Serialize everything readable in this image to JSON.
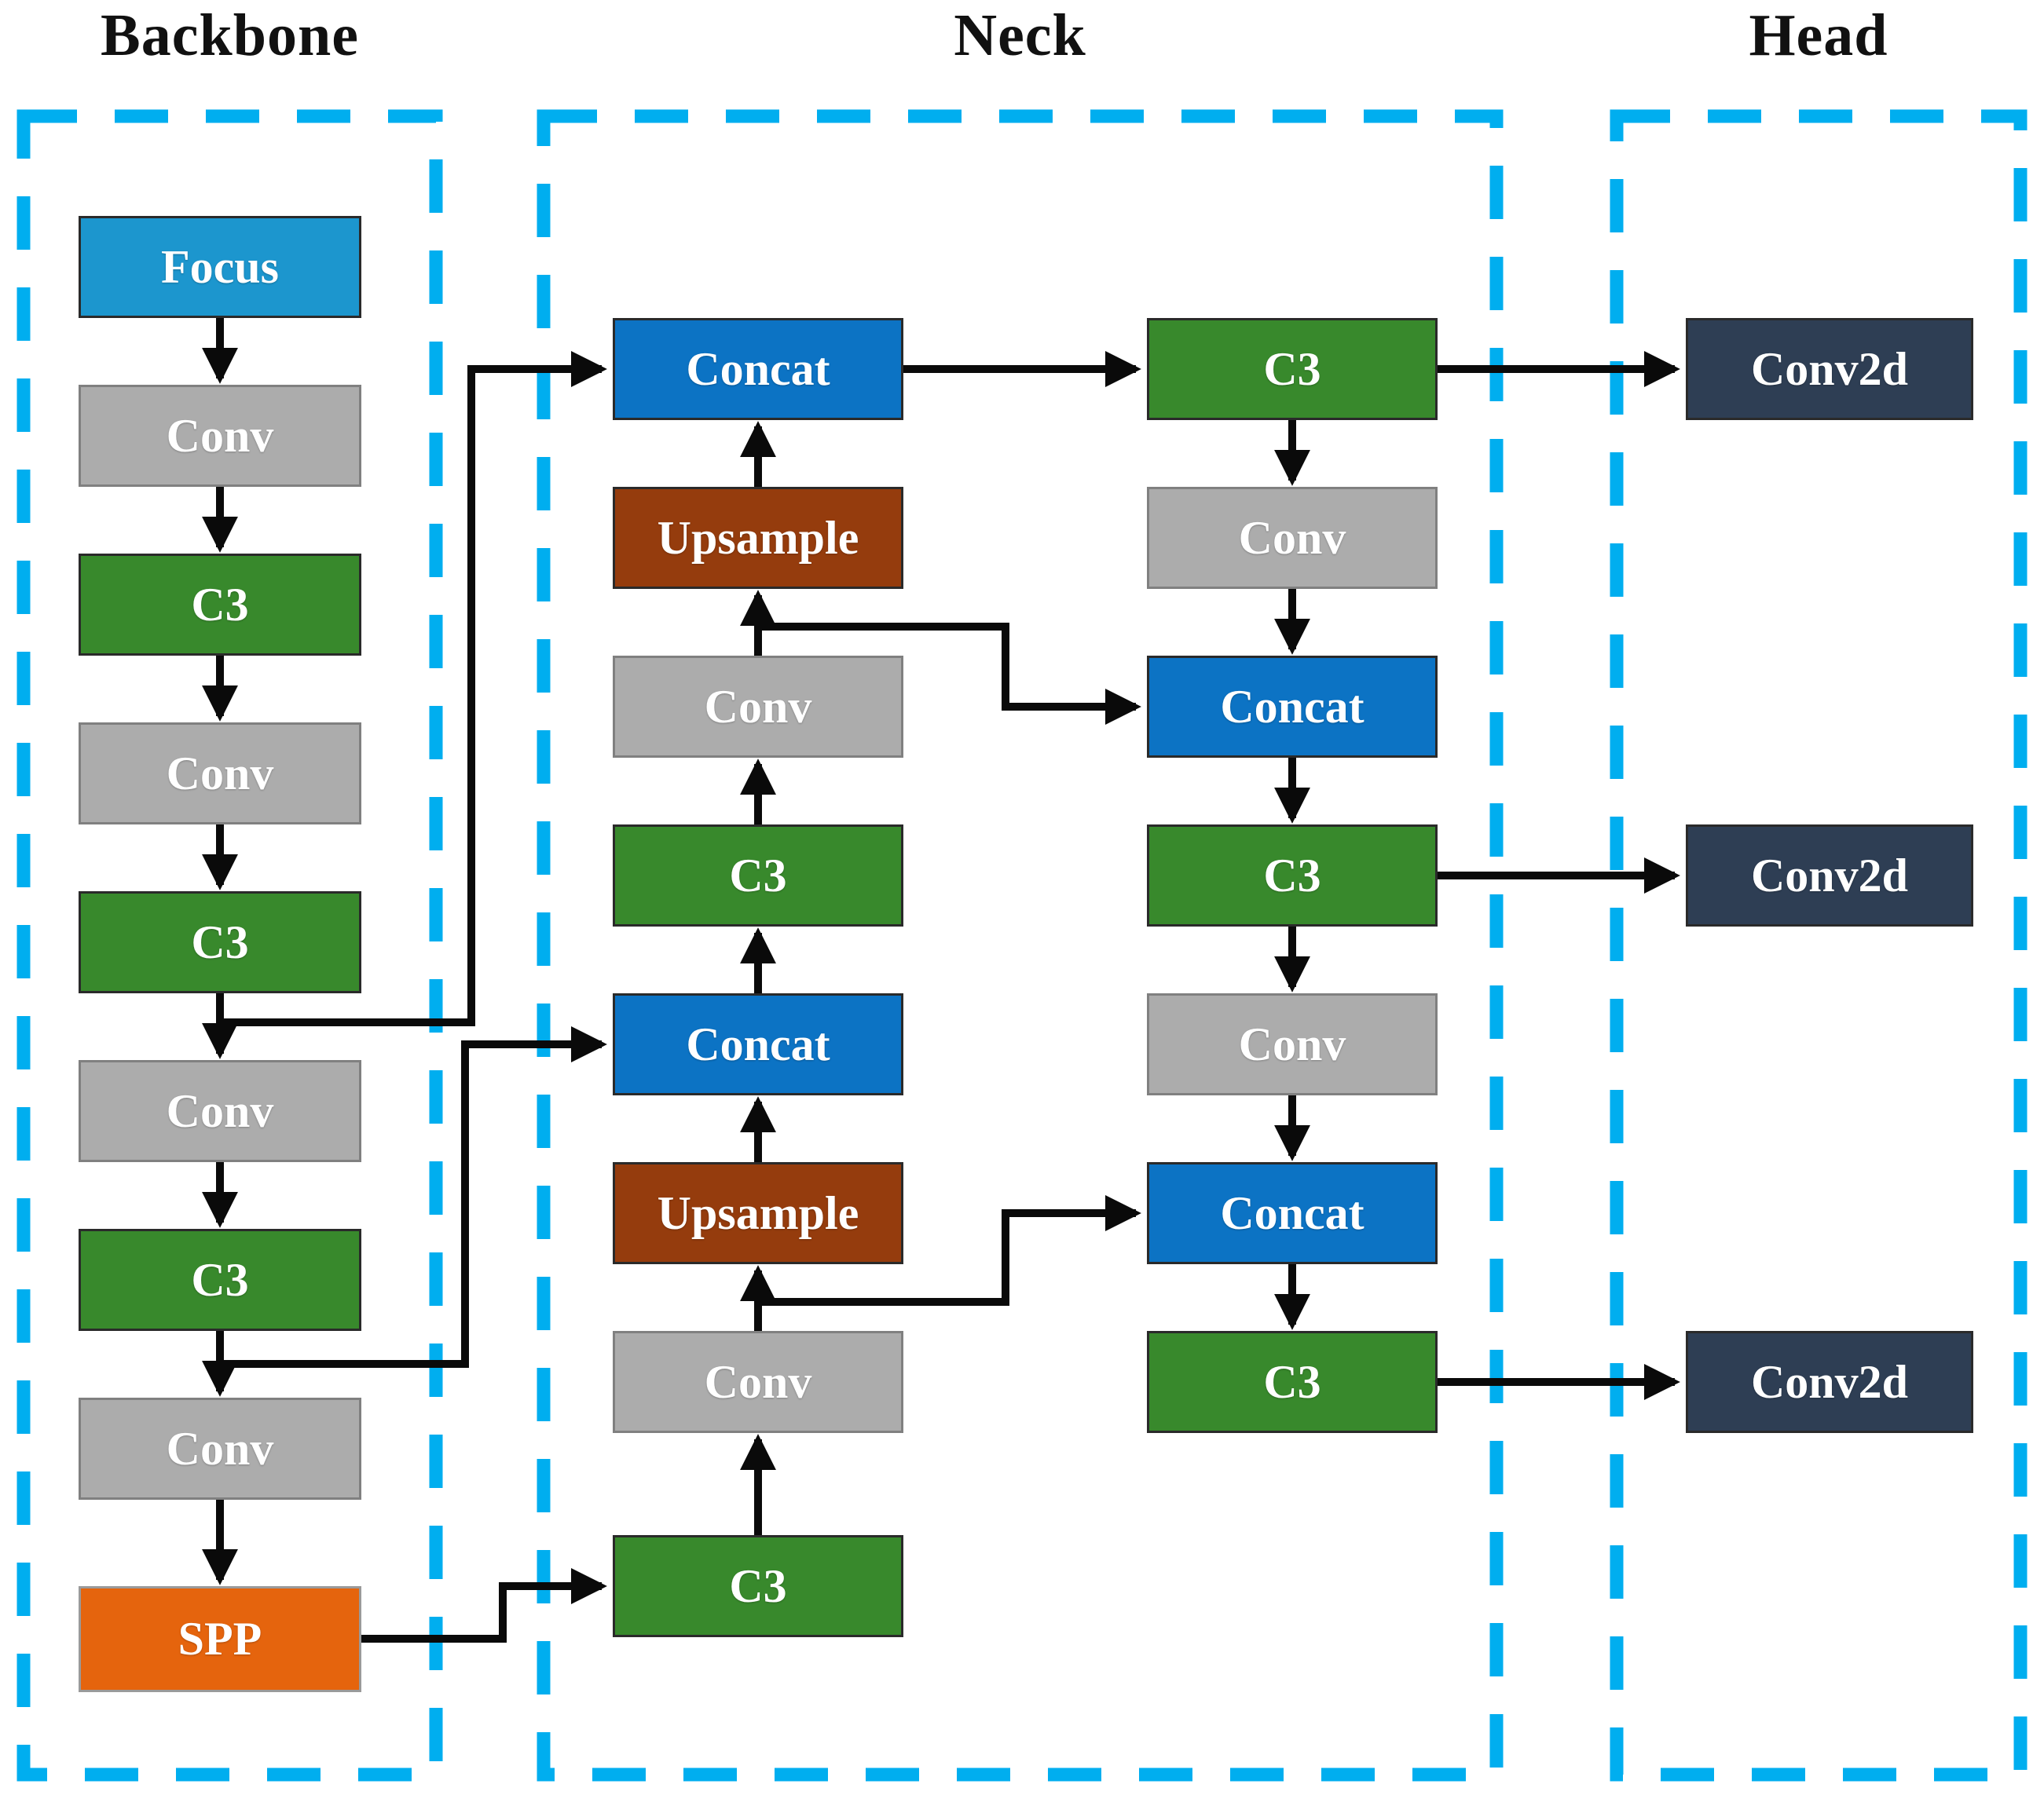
{
  "sections": {
    "backbone": {
      "title": "Backbone"
    },
    "neck": {
      "title": "Neck"
    },
    "head": {
      "title": "Head"
    }
  },
  "nodes": {
    "backbone": [
      "Focus",
      "Conv",
      "C3",
      "Conv",
      "C3",
      "Conv",
      "C3",
      "Conv",
      "SPP"
    ],
    "neck_left": [
      "Concat",
      "Upsample",
      "Conv",
      "C3",
      "Concat",
      "Upsample",
      "Conv",
      "C3"
    ],
    "neck_right": [
      "C3",
      "Conv",
      "Concat",
      "C3",
      "Conv",
      "Concat",
      "C3"
    ],
    "head": [
      "Conv2d",
      "Conv2d",
      "Conv2d"
    ]
  },
  "colors": {
    "focus": "#1C96CE",
    "conv": "#ACACAC",
    "c3": "#38892C",
    "concat": "#0C73C4",
    "upsample": "#953C0D",
    "spp": "#E5640D",
    "conv2d": "#2E3E54",
    "section_border": "#00AEEF",
    "arrow": "#0A0A0A",
    "label_text": "#FFFFFF",
    "title_text": "#111111"
  }
}
